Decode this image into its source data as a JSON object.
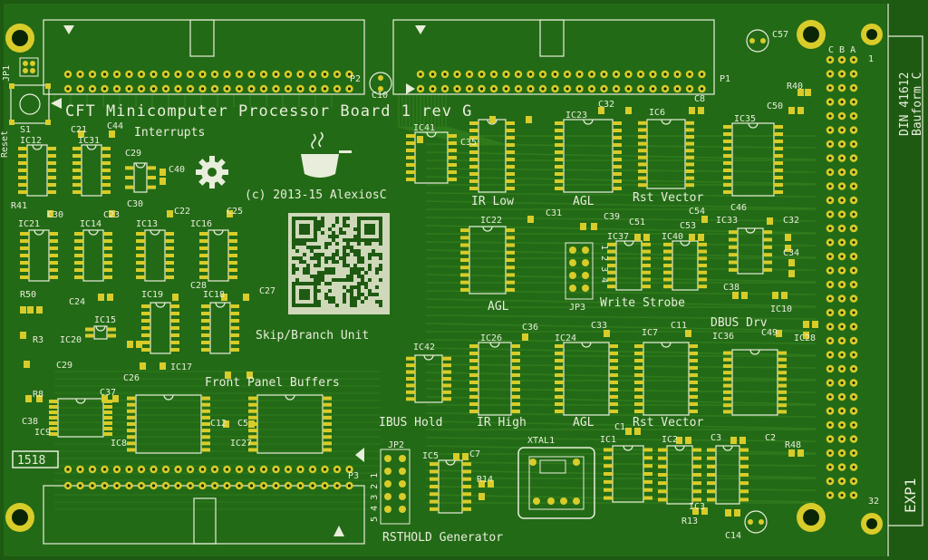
{
  "title": "CFT Minicomputer Processor Board 1 rev G",
  "copyright": "(c) 2013-15 AlexiosC",
  "board_id": "1518",
  "section_labels": {
    "interrupts": "Interrupts",
    "ir_low": "IR Low",
    "agl_top": "AGL",
    "rst_vector_top": "Rst Vector",
    "agl_mid": "AGL",
    "write_strobe": "Write Strobe",
    "dbus_drv": "DBUS Drv",
    "skip_branch": "Skip/Branch Unit",
    "front_panel": "Front Panel Buffers",
    "ibus_hold": "IBUS Hold",
    "ir_high": "IR High",
    "agl_bottom": "AGL",
    "rst_vector_bottom": "Rst Vector",
    "rsthold": "RSTHOLD Generator"
  },
  "connector": {
    "name": "EXP1",
    "spec_line1": "DIN 41612",
    "spec_line2": "Bauform C",
    "row_labels": "C B A",
    "pin_first": "1",
    "pin_last": "32"
  },
  "jumpers": {
    "jp1": "JP1",
    "jp2": "JP2",
    "jp3": "JP3",
    "jp3_pins": "1 2 3 4",
    "jp2_pins": "5 4 3 2 1"
  },
  "misc": {
    "reset": "Reset",
    "s1": "S1",
    "p1": "P1",
    "p2": "P2",
    "p3": "P3",
    "xtal": "XTAL1"
  },
  "refdes": [
    "IC12",
    "C21",
    "IC31",
    "C44",
    "C29",
    "C40",
    "C30",
    "R41",
    "IC21",
    "C30",
    "IC14",
    "C23",
    "IC13",
    "C22",
    "IC16",
    "C25",
    "R50",
    "C24",
    "IC19",
    "C28",
    "IC18",
    "C27",
    "IC15",
    "R3",
    "IC20",
    "C29",
    "C26",
    "IC17",
    "R8",
    "C37",
    "C38",
    "IC9",
    "IC8",
    "C12",
    "C5",
    "IC27",
    "IC41",
    "C35",
    "IC23",
    "C32",
    "C8",
    "IC6",
    "IC35",
    "C50",
    "R40",
    "C57",
    "C10",
    "IC22",
    "C31",
    "C39",
    "C51",
    "IC37",
    "IC40",
    "C53",
    "C54",
    "IC33",
    "C46",
    "C32",
    "C34",
    "C38",
    "IC10",
    "IC28",
    "IC42",
    "IC26",
    "C36",
    "IC24",
    "C33",
    "IC7",
    "C11",
    "IC36",
    "C49",
    "IC5",
    "C7",
    "R14",
    "C1",
    "IC1",
    "IC2",
    "C3",
    "C2",
    "R48",
    "R13",
    "IC3",
    "C14"
  ],
  "colors": {
    "board": "#1e5a12",
    "copper": "#2f7a1c",
    "pad": "#d8cc2a",
    "silk": "#e8eedb"
  }
}
